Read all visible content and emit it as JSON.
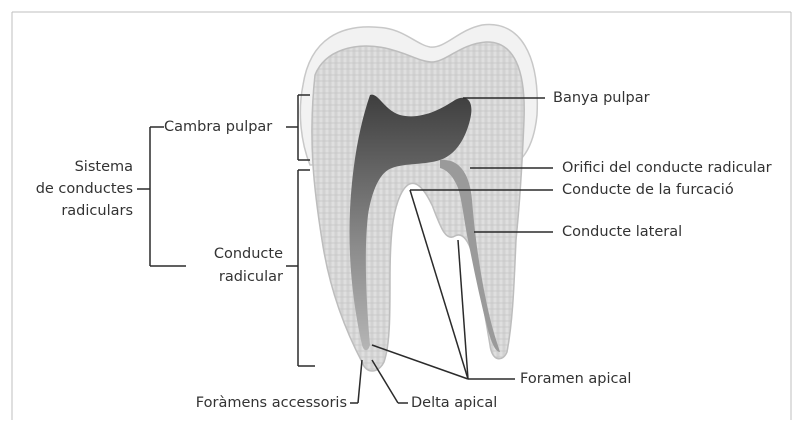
{
  "diagram": {
    "labels": {
      "banya_pulpar": "Banya pulpar",
      "cambra_pulpar": "Cambra pulpar",
      "sistema_line1": "Sistema",
      "sistema_line2": "de conductes",
      "sistema_line3": "radiculars",
      "orifici": "Orifici del conducte radicular",
      "conducte_furcacio": "Conducte de la furcació",
      "conducte_lateral": "Conducte lateral",
      "conducte_radicular_line1": "Conducte",
      "conducte_radicular_line2": "radicular",
      "foramen_apical": "Foramen apical",
      "foramens_accessoris": "Foràmens accessoris",
      "delta_apical": "Delta apical"
    },
    "colors": {
      "enamel": "#efefef",
      "dentin": "#d6d6d6",
      "pulp": "#6a6a6a",
      "lines": "#2b2b2b",
      "frame": "#bfbfbf",
      "text": "#333333"
    }
  }
}
